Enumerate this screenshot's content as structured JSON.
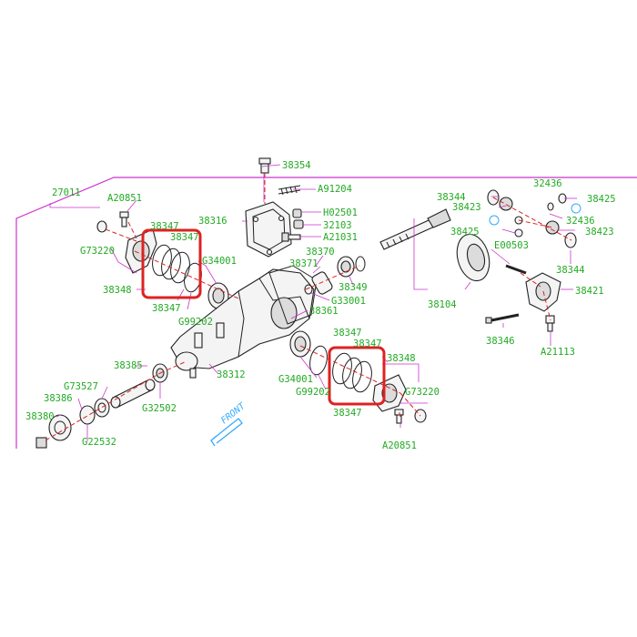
{
  "colors": {
    "label": "#22aa22",
    "border": "#cc33cc",
    "leader": "#cc33cc",
    "highlight": "#dd2222",
    "parts": "#222222",
    "circle_marker": "#33aaff",
    "front_arrow": "#33aaff"
  },
  "front_label": "FRONT",
  "labels": {
    "l38354": "38354",
    "l27011": "27011",
    "lA91204": "A91204",
    "l38316": "38316",
    "lH02501": "H02501",
    "l32103": "32103",
    "lA21031": "A21031",
    "lA20851a": "A20851",
    "l38347a": "38347",
    "l38347b": "38347",
    "lG73220a": "G73220",
    "lG34001a": "G34001",
    "l38348a": "38348",
    "l38347c": "38347",
    "lG99202a": "G99202",
    "l38371": "38371",
    "l38370": "38370",
    "l38349": "38349",
    "lG33001": "G33001",
    "l38361": "38361",
    "l38385": "38385",
    "l38312": "38312",
    "lG73527": "G73527",
    "l38386": "38386",
    "lG32502": "G32502",
    "l38380": "38380",
    "lG22532": "G22532",
    "l38347d": "38347",
    "l38347e": "38347",
    "l38348b": "38348",
    "lG34001b": "G34001",
    "lG99202b": "G99202",
    "lG73220b": "G73220",
    "l38347f": "38347",
    "lA20851b": "A20851",
    "l38344a": "38344",
    "l32436a": "32436",
    "l38423a": "38423",
    "l38425a": "38425",
    "l32436b": "32436",
    "l38425b": "38425",
    "l38423b": "38423",
    "lE00503": "E00503",
    "l38344b": "38344",
    "l38104": "38104",
    "l38421": "38421",
    "l38346": "38346",
    "lA21113": "A21113"
  }
}
